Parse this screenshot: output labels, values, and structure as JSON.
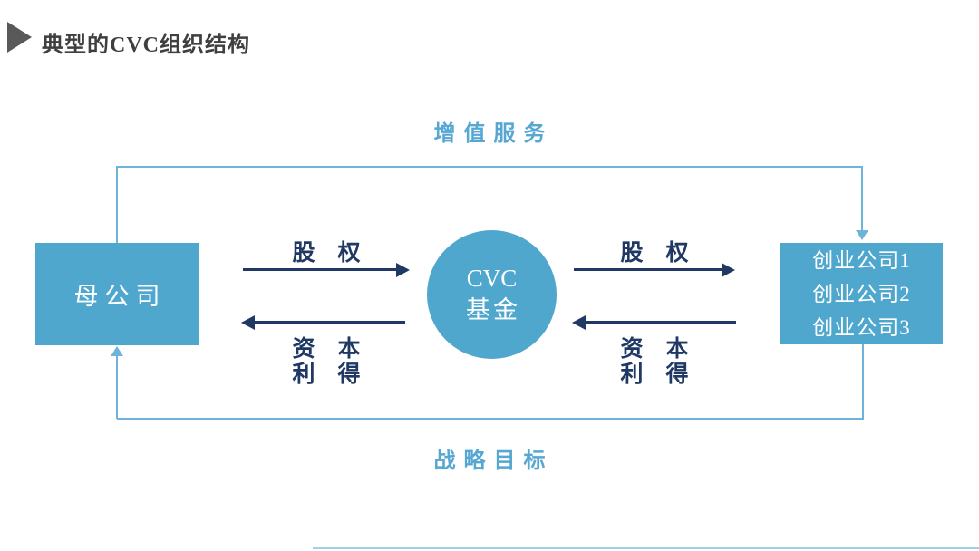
{
  "page": {
    "title": "典型的CVC组织结构"
  },
  "diagram": {
    "top_flow_label": "增值服务",
    "bottom_flow_label": "战略目标",
    "parent_box": {
      "label": "母公司"
    },
    "fund_circle": {
      "line1": "CVC",
      "line2": "基金"
    },
    "startups_box": {
      "lines": [
        "创业公司1",
        "创业公司2",
        "创业公司3"
      ]
    },
    "left_arrows": {
      "forward_label": "股权",
      "back_label_line1": "资本",
      "back_label_line2": "利得"
    },
    "right_arrows": {
      "forward_label": "股权",
      "back_label_line1": "资本",
      "back_label_line2": "利得"
    },
    "colors": {
      "node_fill": "#4fa7ce",
      "loop_line": "#6cb4d9",
      "flow_label_text": "#57a7d3",
      "arrow_dark": "#1f3864",
      "title_text": "#3f3f3f",
      "title_marker": "#595959"
    }
  }
}
